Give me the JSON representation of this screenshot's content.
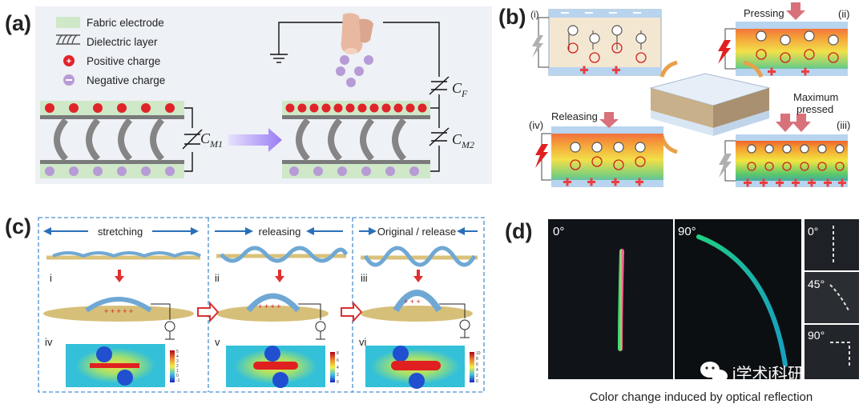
{
  "panel_a": {
    "label": "(a)",
    "legend": [
      {
        "text": "Fabric electrode",
        "icon": "fabric-swatch-icon"
      },
      {
        "text": "Dielectric layer",
        "icon": "arc-layer-icon"
      },
      {
        "text": "Positive charge",
        "icon": "plus-charge-icon"
      },
      {
        "text": "Negative charge",
        "icon": "minus-charge-icon"
      }
    ],
    "cap_m1": "C",
    "cap_m1_sub": "M1",
    "cap_f": "C",
    "cap_f_sub": "F",
    "cap_m2": "C",
    "cap_m2_sub": "M2",
    "colors": {
      "fabric": "#cfe8c8",
      "plate": "#8c8c8c",
      "positive": "#e0242a",
      "negative": "#a98fc9",
      "arrow": "#a78bf0"
    }
  },
  "panel_b": {
    "label": "(b)",
    "states": [
      "(i)",
      "(ii)",
      "(iii)",
      "(iv)"
    ],
    "pressing": "Pressing",
    "maximum": "Maximum",
    "pressed": "pressed",
    "releasing": "Releasing"
  },
  "panel_c": {
    "label": "(c)",
    "headers": [
      "stretching",
      "releasing",
      "Original / release"
    ],
    "subs": [
      "i",
      "ii",
      "iii",
      "iv",
      "v",
      "vi"
    ],
    "colorbar_ticks": [
      [
        "5",
        "4",
        "3",
        "2",
        "1",
        "0",
        "-1"
      ],
      [
        "8",
        "6",
        "4",
        "2",
        "0"
      ],
      [
        "10",
        "8",
        "6",
        "4",
        "2",
        "0"
      ]
    ]
  },
  "panel_d": {
    "label": "(d)",
    "angles": [
      "0°",
      "90°",
      "0°",
      "45°",
      "90°"
    ],
    "watermark": "i学术i科研",
    "caption": "Color change induced by optical reflection"
  }
}
